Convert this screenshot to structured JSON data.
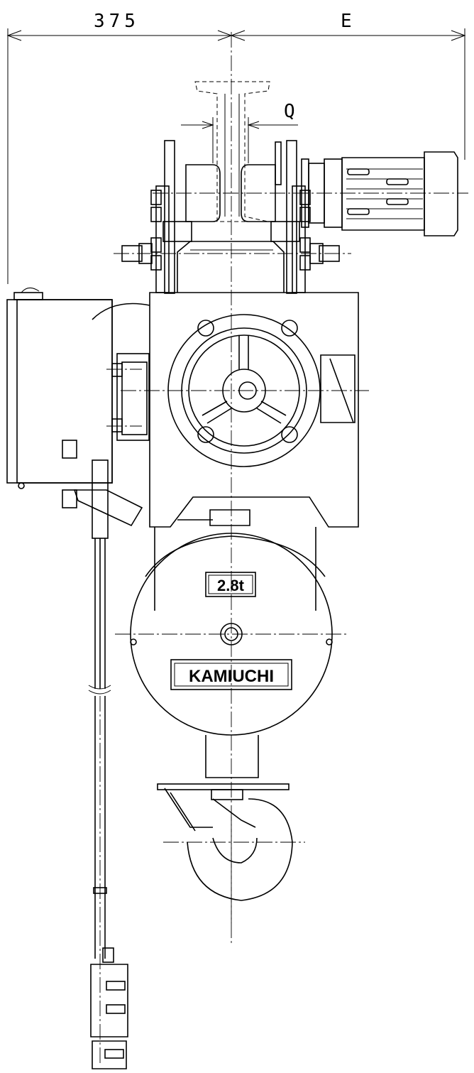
{
  "dimensions": {
    "left_width": "375",
    "right_width": "E",
    "gap": "Q"
  },
  "labels": {
    "capacity": "2.8t",
    "brand": "KAMIUCHI"
  }
}
